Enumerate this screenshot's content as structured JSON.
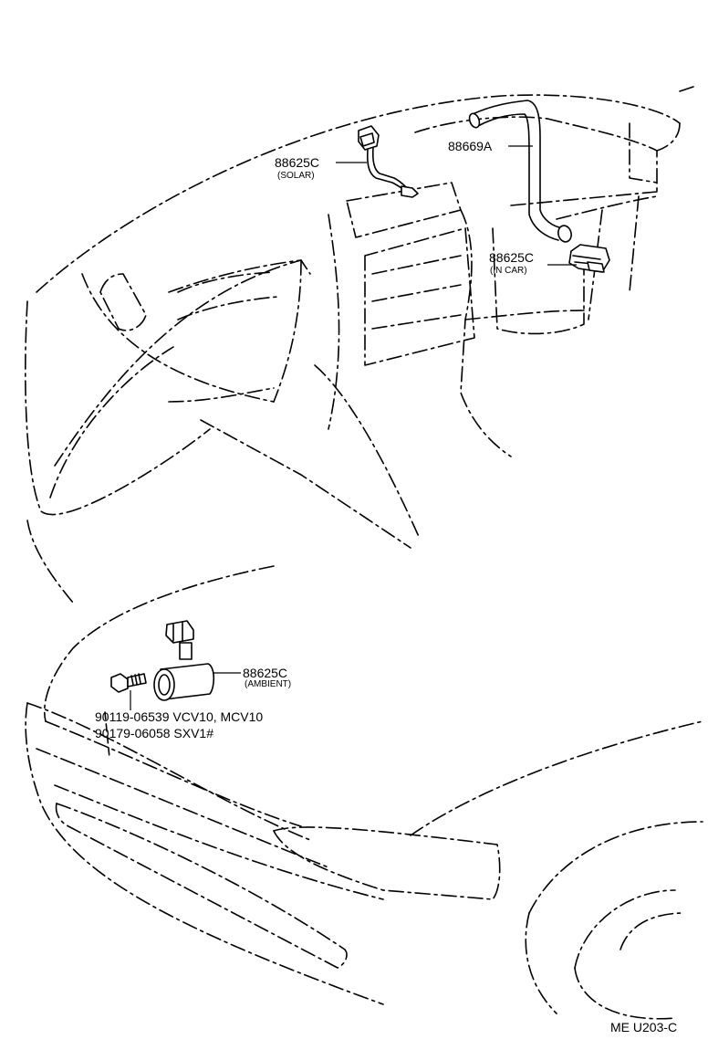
{
  "labels": {
    "solar_part": "88625C",
    "solar_sub": "(SOLAR)",
    "aspirator_hose": "88669A",
    "incar_part": "88625C",
    "incar_sub": "(IN CAR)",
    "ambient_part": "88625C",
    "ambient_sub": "(AMBIENT)",
    "bolt_line_1": "90119-06539 VCV10, MCV10",
    "bolt_line_2": "90179-06058 SXV1#",
    "diagram_code": "ME U203-C"
  }
}
